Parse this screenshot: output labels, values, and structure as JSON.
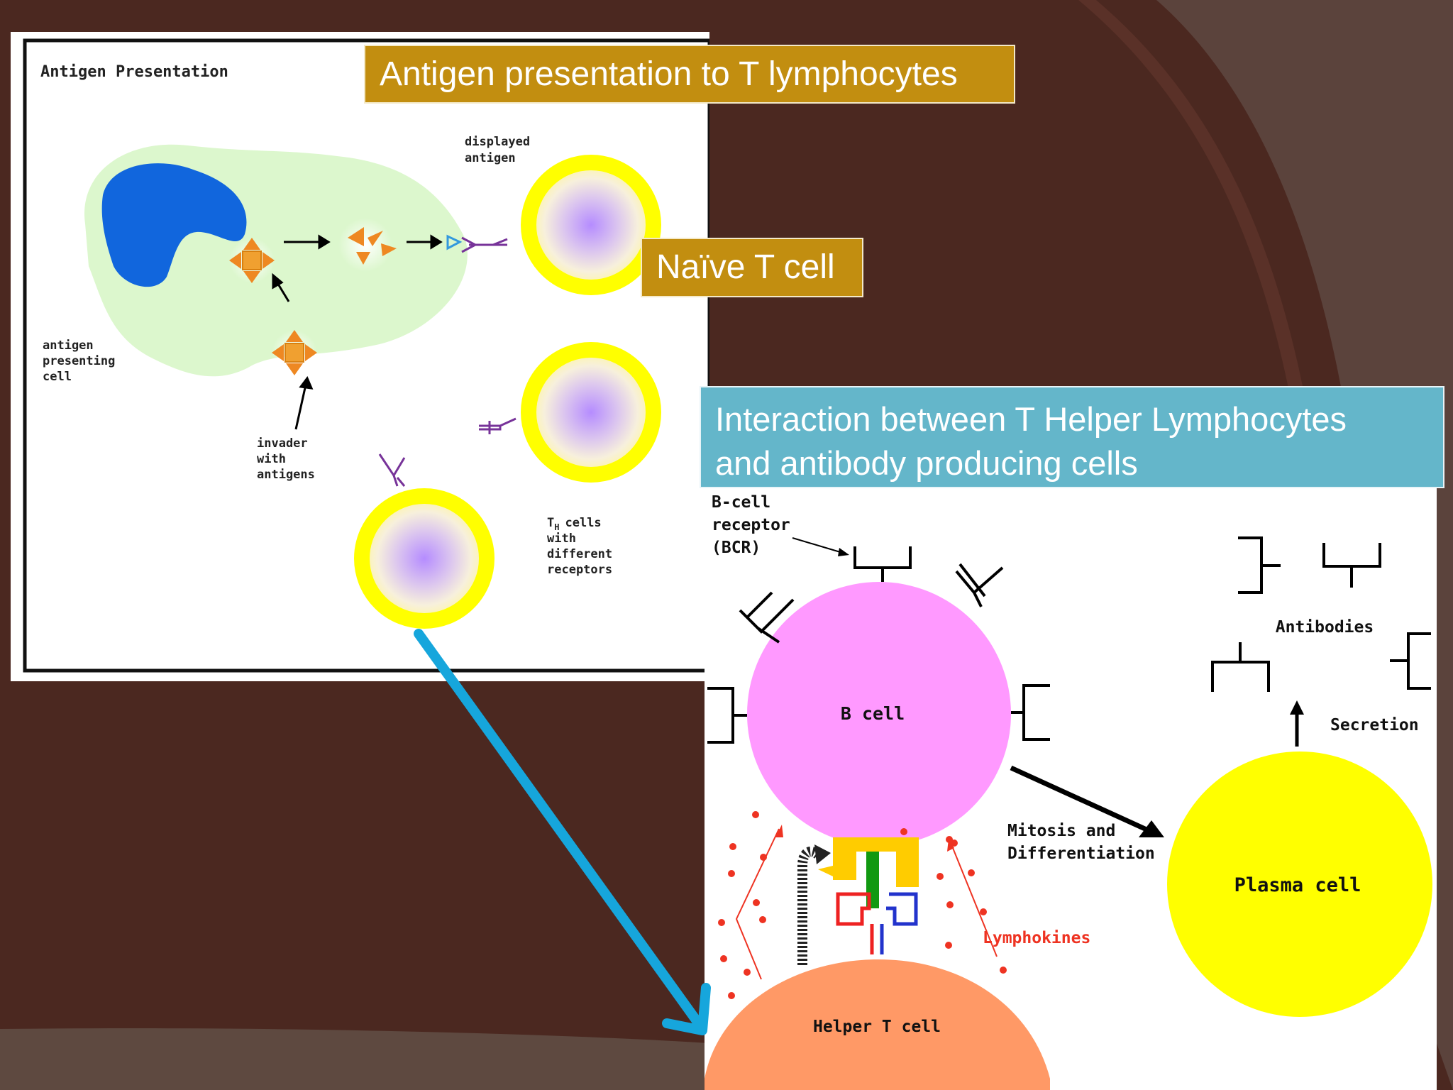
{
  "slide": {
    "title": "Antigen presentation to T lymphocytes",
    "naive_label": "Naïve T cell",
    "interaction_line1": "Interaction  between T Helper Lymphocytes",
    "interaction_line2": "and  antibody producing cells"
  },
  "antigen_diagram": {
    "heading": "Antigen Presentation",
    "displayed_antigen": [
      "displayed",
      "antigen"
    ],
    "apc_label": [
      "antigen",
      "presenting",
      "cell"
    ],
    "invader_label": [
      "invader",
      "with",
      "antigens"
    ],
    "th_label": [
      "cells",
      "with",
      "different",
      "receptors"
    ],
    "th_symbol": "T",
    "th_sub": "H"
  },
  "b_cell_diagram": {
    "bcr_label": [
      "B-cell",
      "receptor",
      "(BCR)"
    ],
    "b_cell": "B cell",
    "antibodies": "Antibodies",
    "secretion": "Secretion",
    "mitosis": [
      "Mitosis and",
      "Differentiation"
    ],
    "plasma_cell": "Plasma cell",
    "lymphokines": "Lymphokines",
    "helper_t": "Helper T cell"
  },
  "colors": {
    "background": "#4b2820",
    "gold_banner": "#c28e10",
    "teal_banner": "#64b6ca",
    "arrow_blue": "#16a6dc",
    "b_cell_pink": "#ff99ff",
    "plasma_yellow": "#ffff00",
    "helper_orange": "#ff9966",
    "lymphokine_red": "#ee3322"
  }
}
